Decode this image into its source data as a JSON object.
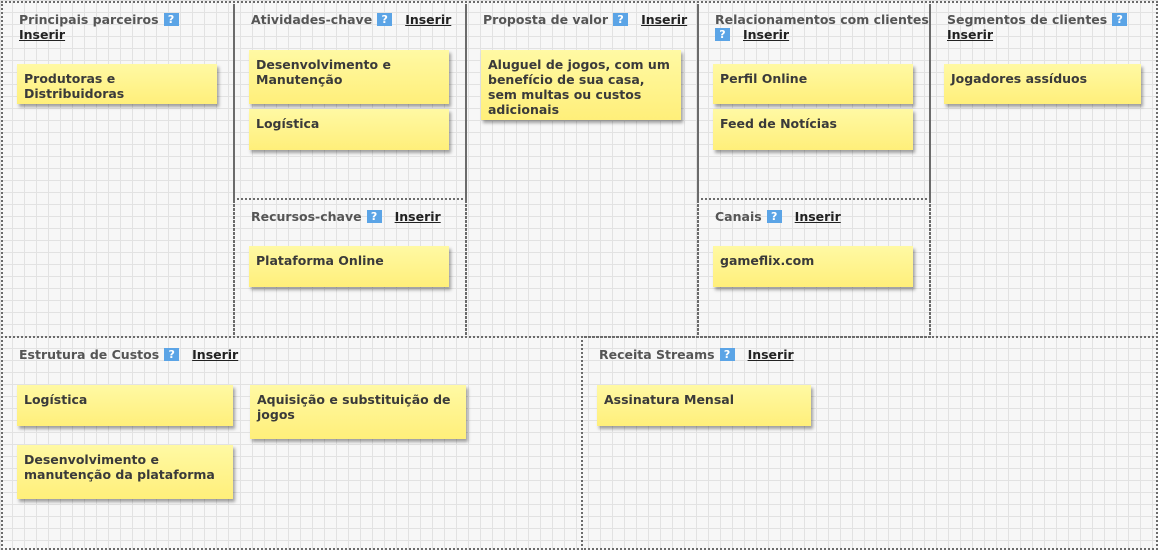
{
  "help_symbol": "?",
  "insert_label": "Inserir",
  "sections": {
    "key_partners": {
      "title": "Principais parceiros",
      "notes": [
        "Produtoras e Distribuidoras"
      ]
    },
    "key_activities": {
      "title": "Atividades-chave",
      "notes": [
        "Desenvolvimento e Manutenção",
        "Logística"
      ]
    },
    "key_resources": {
      "title": "Recursos-chave",
      "notes": [
        "Plataforma Online"
      ]
    },
    "value_proposition": {
      "title": "Proposta de valor",
      "notes": [
        "Aluguel de jogos, com um benefício de sua casa, sem multas ou custos adicionais"
      ]
    },
    "customer_relationships": {
      "title": "Relacionamentos com clientes",
      "notes": [
        "Perfil Online",
        "Feed de Notícias"
      ]
    },
    "channels": {
      "title": "Canais",
      "notes": [
        "gameflix.com"
      ]
    },
    "customer_segments": {
      "title": "Segmentos de clientes",
      "notes": [
        "Jogadores assíduos"
      ]
    },
    "cost_structure": {
      "title": "Estrutura de Custos",
      "notes": [
        "Logística",
        "Aquisição e substituição de jogos",
        "Desenvolvimento e manutenção da plataforma"
      ]
    },
    "revenue_streams": {
      "title": "Receita Streams",
      "notes": [
        "Assinatura Mensal"
      ]
    }
  },
  "colors": {
    "note": "#fff39a",
    "help_badge": "#5ba4e6",
    "border": "#6b6b6b"
  }
}
